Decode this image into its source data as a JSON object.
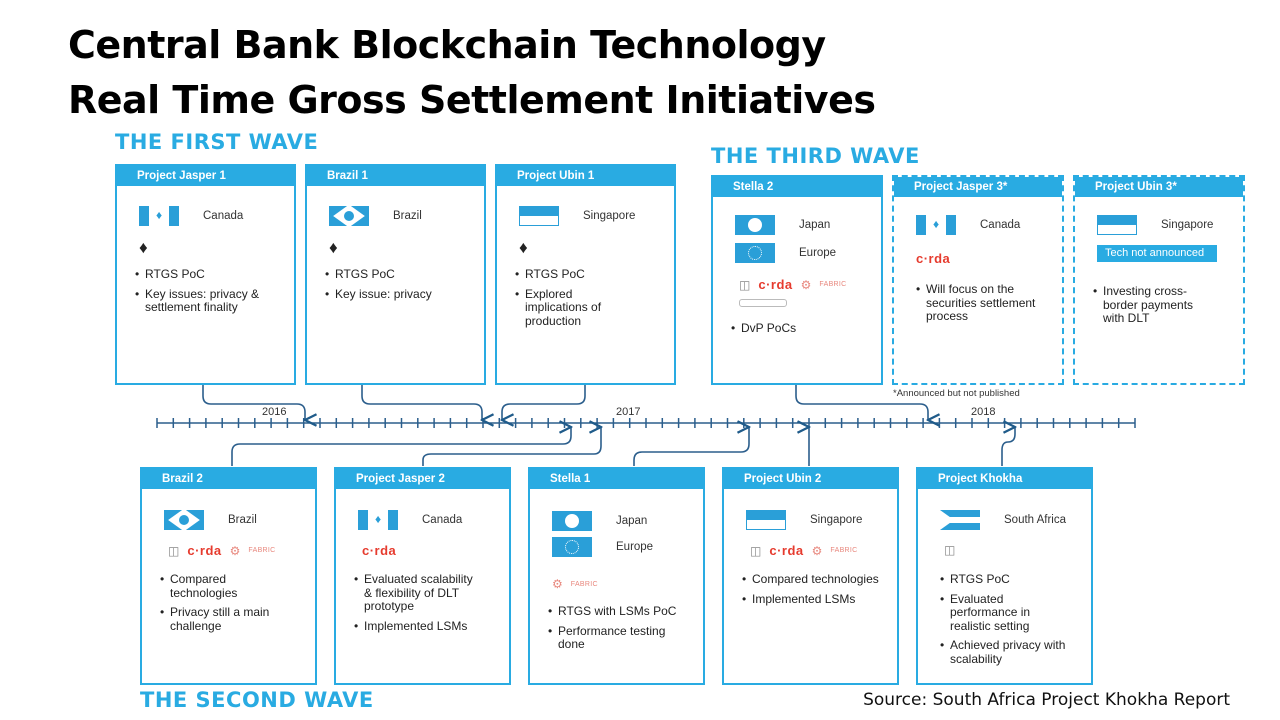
{
  "title": {
    "line1": "Central Bank Blockchain Technology",
    "line2": "Real Time Gross Settlement Initiatives"
  },
  "waves": {
    "first": "THE FIRST WAVE",
    "second": "THE SECOND WAVE",
    "third": "THE THIRD WAVE"
  },
  "timeline": {
    "years": [
      "2016",
      "2017",
      "2018"
    ],
    "note": "*Announced but not published"
  },
  "first_wave": [
    {
      "name": "Project Jasper 1",
      "countries": [
        {
          "label": "Canada",
          "flag": "canada-flag"
        }
      ],
      "tech": "ethereum",
      "bullets": [
        "RTGS PoC",
        "Key issues: privacy & settlement finality"
      ]
    },
    {
      "name": "Brazil 1",
      "countries": [
        {
          "label": "Brazil",
          "flag": "brazil-flag"
        }
      ],
      "tech": "ethereum",
      "bullets": [
        "RTGS PoC",
        "Key issue: privacy"
      ]
    },
    {
      "name": "Project Ubin 1",
      "countries": [
        {
          "label": "Singapore",
          "flag": "singapore-flag"
        }
      ],
      "tech": "ethereum",
      "bullets": [
        "RTGS PoC",
        "Explored implications of production"
      ]
    }
  ],
  "third_wave": [
    {
      "name": "Stella 2",
      "countries": [
        {
          "label": "Japan",
          "flag": "japan-flag"
        },
        {
          "label": "Europe",
          "flag": "europe-flag"
        }
      ],
      "logos": {
        "corda": "c·rda",
        "fabric": "FABRIC"
      },
      "bullets": [
        "DvP PoCs"
      ]
    },
    {
      "name": "Project Jasper 3*",
      "countries": [
        {
          "label": "Canada",
          "flag": "canada-flag"
        }
      ],
      "logos": {
        "corda": "c·rda"
      },
      "bullets": [
        "Will focus on the securities settlement process"
      ]
    },
    {
      "name": "Project Ubin 3*",
      "countries": [
        {
          "label": "Singapore",
          "flag": "singapore-flag"
        }
      ],
      "tech_badge": "Tech not announced",
      "bullets": [
        "Investing cross-border payments with DLT"
      ]
    }
  ],
  "second_wave": [
    {
      "name": "Brazil 2",
      "countries": [
        {
          "label": "Brazil",
          "flag": "brazil-flag"
        }
      ],
      "logos": {
        "corda": "c·rda",
        "fabric": "FABRIC"
      },
      "bullets": [
        "Compared technologies",
        "Privacy still a main challenge"
      ]
    },
    {
      "name": "Project Jasper 2",
      "countries": [
        {
          "label": "Canada",
          "flag": "canada-flag"
        }
      ],
      "logos": {
        "corda": "c·rda"
      },
      "bullets": [
        "Evaluated scalability & flexibility of DLT prototype",
        "Implemented LSMs"
      ]
    },
    {
      "name": "Stella 1",
      "countries": [
        {
          "label": "Japan",
          "flag": "japan-flag"
        },
        {
          "label": "Europe",
          "flag": "europe-flag"
        }
      ],
      "logos": {
        "fabric": "FABRIC"
      },
      "bullets": [
        "RTGS with LSMs PoC",
        "Performance testing done"
      ]
    },
    {
      "name": "Project Ubin 2",
      "countries": [
        {
          "label": "Singapore",
          "flag": "singapore-flag"
        }
      ],
      "logos": {
        "corda": "c·rda",
        "fabric": "FABRIC"
      },
      "bullets": [
        "Compared technologies",
        "Implemented LSMs"
      ]
    },
    {
      "name": "Project Khokha",
      "countries": [
        {
          "label": "South Africa",
          "flag": "south-africa-flag"
        }
      ],
      "bullets": [
        "RTGS PoC",
        "Evaluated performance in realistic setting",
        "Achieved privacy with scalability"
      ]
    }
  ],
  "source": "Source: South Africa Project Khokha Report"
}
